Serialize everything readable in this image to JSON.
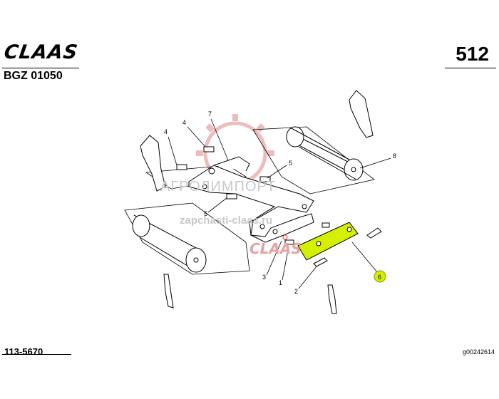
{
  "header": {
    "brand": "CLAAS",
    "model_code": "BGZ 01050",
    "page_number": "512"
  },
  "footer": {
    "part_number": "113-5670",
    "image_code": "g00242614"
  },
  "watermark": {
    "brand_line": "АГРОЛИМПОРТ",
    "url_line": "zapchasti-claas.ru",
    "logo_text": "CLAAS"
  },
  "callouts": {
    "c1": "1",
    "c2": "2",
    "c3": "3",
    "c4a": "4",
    "c4b": "4",
    "c5a": "5",
    "c5b": "5",
    "c6": "6",
    "c7": "7",
    "c8": "8"
  },
  "colors": {
    "highlight_part": "#d4f000",
    "callout_badge": "#d4f000",
    "watermark_red": "#e8a0a0",
    "watermark_grey": "#c8c8c8"
  }
}
